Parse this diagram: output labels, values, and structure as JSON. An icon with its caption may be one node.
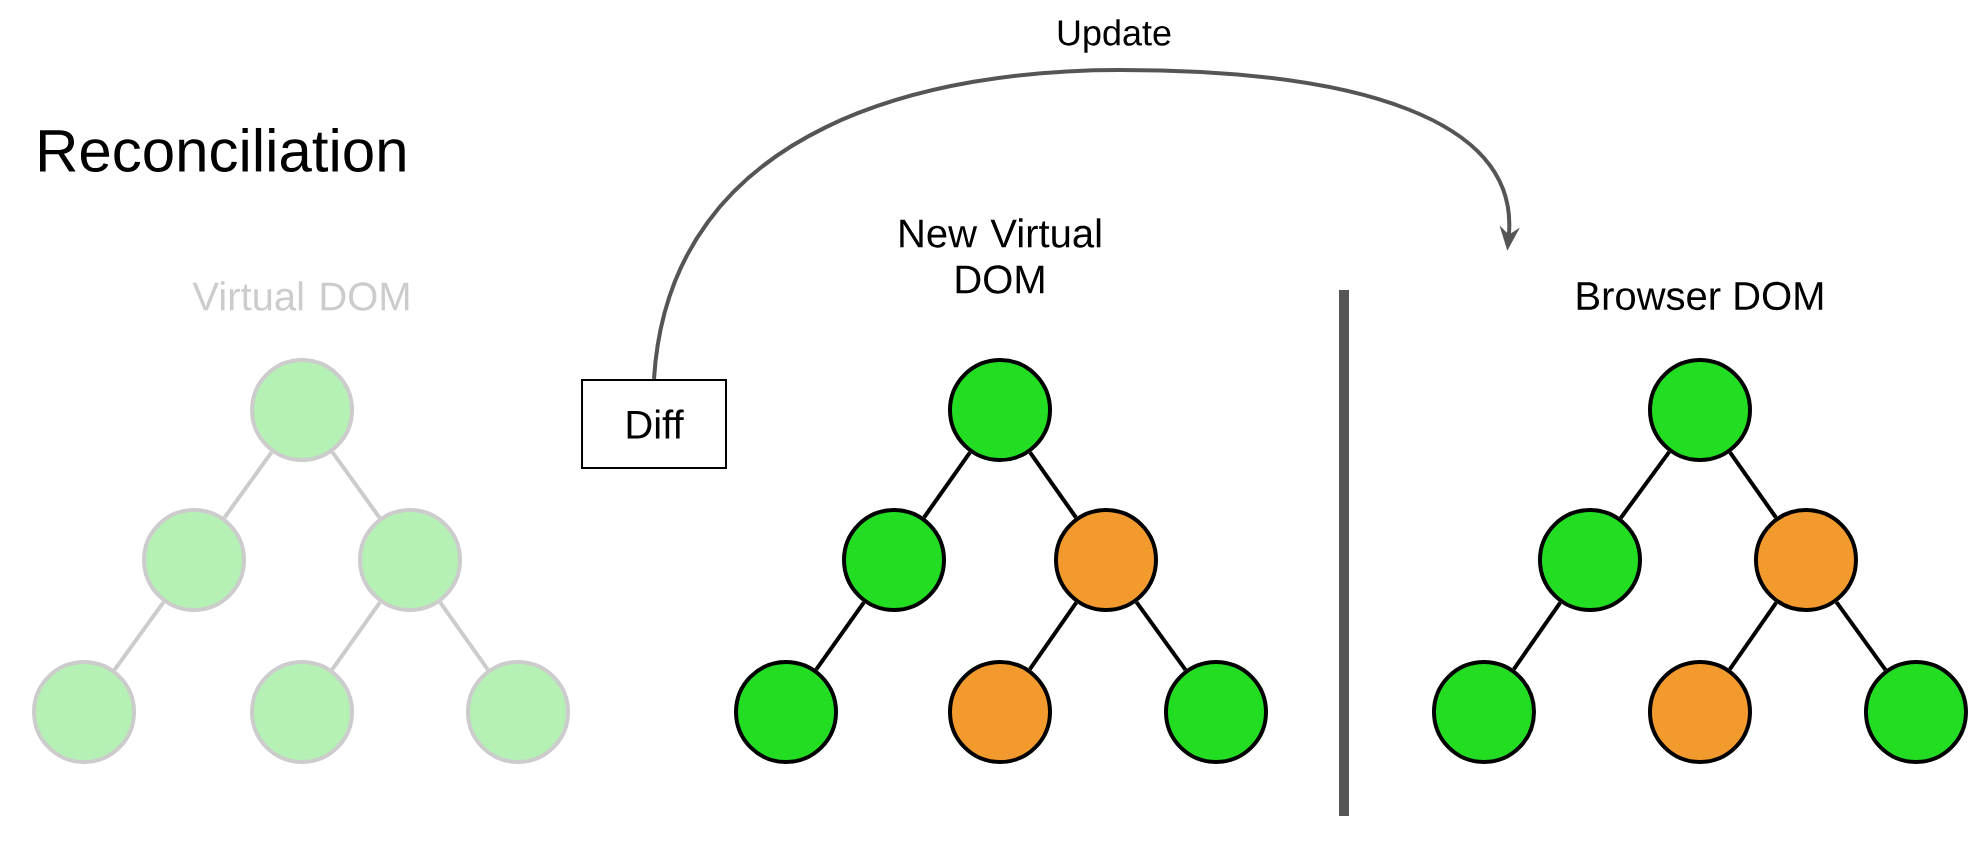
{
  "diagram": {
    "title": "Reconciliation",
    "nodes": [
      {
        "text": [],
        "shape": "circle"
      },
      {
        "text": [],
        "shape": "circle"
      },
      {
        "text": [],
        "shape": "circle"
      },
      {
        "text": [],
        "shape": "circle"
      },
      {
        "text": [],
        "shape": "circle"
      },
      {
        "text": [],
        "shape": "circle"
      },
      {
        "text": [
          "Diff"
        ]
      },
      {
        "text": [],
        "shape": "circle"
      },
      {
        "text": [],
        "shape": "circle"
      },
      {
        "text": [],
        "shape": "circle"
      },
      {
        "text": [],
        "shape": "circle"
      },
      {
        "text": [],
        "shape": "circle"
      },
      {
        "text": [],
        "shape": "circle"
      },
      {
        "text": [
          "Browser DOM"
        ]
      },
      {
        "text": [],
        "shape": "circle"
      },
      {
        "text": [],
        "shape": "circle"
      },
      {
        "text": [],
        "shape": "circle"
      },
      {
        "text": [],
        "shape": "circle"
      },
      {
        "text": [],
        "shape": "circle"
      },
      {
        "text": [],
        "shape": "circle"
      }
    ],
    "edges": [
      {
        "from": 0,
        "to": 1,
        "arrow": "none",
        "color": "#cccccc"
      },
      {
        "from": 0,
        "to": 2,
        "arrow": "none",
        "color": "#cccccc"
      },
      {
        "from": 1,
        "to": 3,
        "arrow": "none",
        "color": "#cccccc"
      },
      {
        "from": 2,
        "to": 4,
        "arrow": "none",
        "color": "#cccccc"
      },
      {
        "from": 2,
        "to": 5,
        "arrow": "none",
        "color": "#cccccc"
      },
      {
        "from": 7,
        "to": 8,
        "arrow": "none"
      },
      {
        "from": 7,
        "to": 9,
        "arrow": "none"
      },
      {
        "from": 8,
        "to": 10,
        "arrow": "none"
      },
      {
        "from": 9,
        "to": 11,
        "arrow": "none"
      },
      {
        "from": 9,
        "to": 12,
        "arrow": "none"
      },
      {
        "from": 14,
        "to": 15,
        "arrow": "none"
      },
      {
        "from": 14,
        "to": 16,
        "arrow": "none"
      },
      {
        "from": 15,
        "to": 17,
        "arrow": "none"
      },
      {
        "from": 16,
        "to": 18,
        "arrow": "none"
      },
      {
        "from": 16,
        "to": 19,
        "arrow": "none"
      },
      {
        "from": 6,
        "to": 13,
        "arrow": "to",
        "label": "Update",
        "color": "#555555"
      }
    ],
    "labels": [
      "Virtual DOM",
      "New Virtual DOM"
    ]
  }
}
